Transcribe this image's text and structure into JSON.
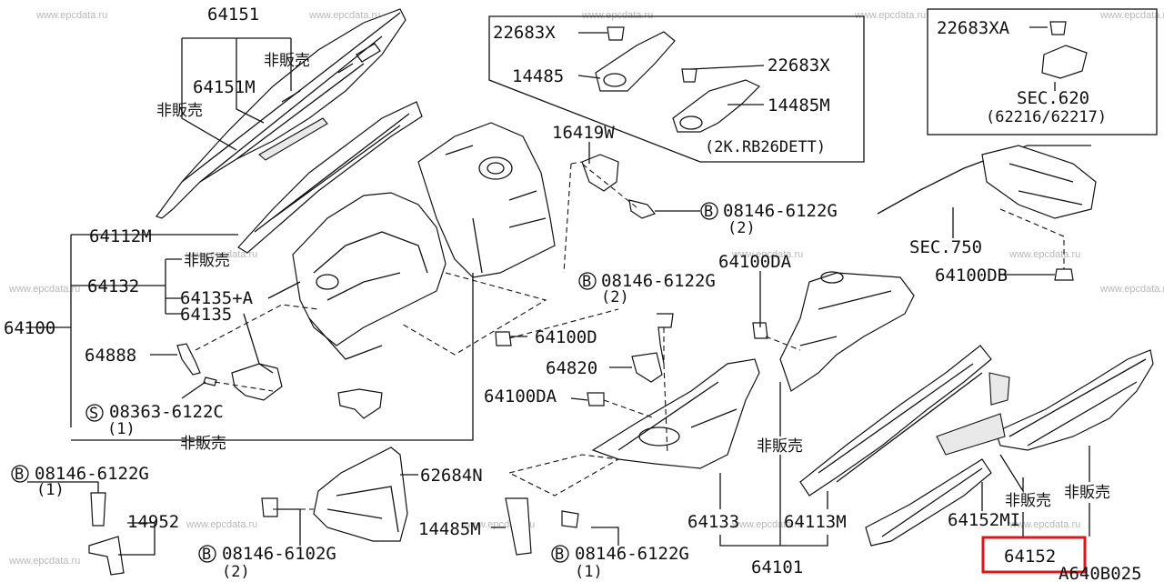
{
  "watermark": "www.epcdata.ru",
  "diagram_code": "A640B025",
  "highlight_color": "#d8161e",
  "labels": {
    "p64151": "64151",
    "p64151m": "64151M",
    "nfs_a": "非販売",
    "nfs_b": "非販売",
    "p22683x_a": "22683X",
    "p14485": "14485",
    "p22683x_b": "22683X",
    "p14485m": "14485M",
    "engine_note": "(2K.RB26DETT)",
    "p22683xa": "22683XA",
    "sec620": "SEC.620",
    "sec620_parts": "(62216/62217)",
    "p16419w": "16419W",
    "bolt1": "08146-6122G",
    "bolt1_qty": "(2)",
    "sec750": "SEC.750",
    "p64100db": "64100DB",
    "p64112m": "64112M",
    "nfs_c": "非販売",
    "p64132": "64132",
    "p64135a": "64135+A",
    "p64135": "64135",
    "p64100": "64100",
    "p64888": "64888",
    "screw": "08363-6122C",
    "screw_qty": "(1)",
    "nfs_d": "非販売",
    "p64100da_top": "64100DA",
    "bolt2": "08146-6122G",
    "bolt2_qty": "(2)",
    "p64100d": "64100D",
    "p64820": "64820",
    "p64100da": "64100DA",
    "nfs_e": "非販売",
    "nfs_f": "非販売",
    "nfs_g": "非販売",
    "p64152mi": "64152MI",
    "p64152": "64152",
    "bolt3": "08146-6122G",
    "bolt3_qty": "(1)",
    "p14952": "14952",
    "p62684n": "62684N",
    "bolt4": "08146-6102G",
    "bolt4_qty": "(2)",
    "p14485m_b": "14485M",
    "bolt5": "08146-6122G",
    "bolt5_qty": "(1)",
    "p64133": "64133",
    "p64113m": "64113M",
    "p64101": "64101"
  },
  "circle_marks": {
    "b": "B",
    "s": "S"
  }
}
